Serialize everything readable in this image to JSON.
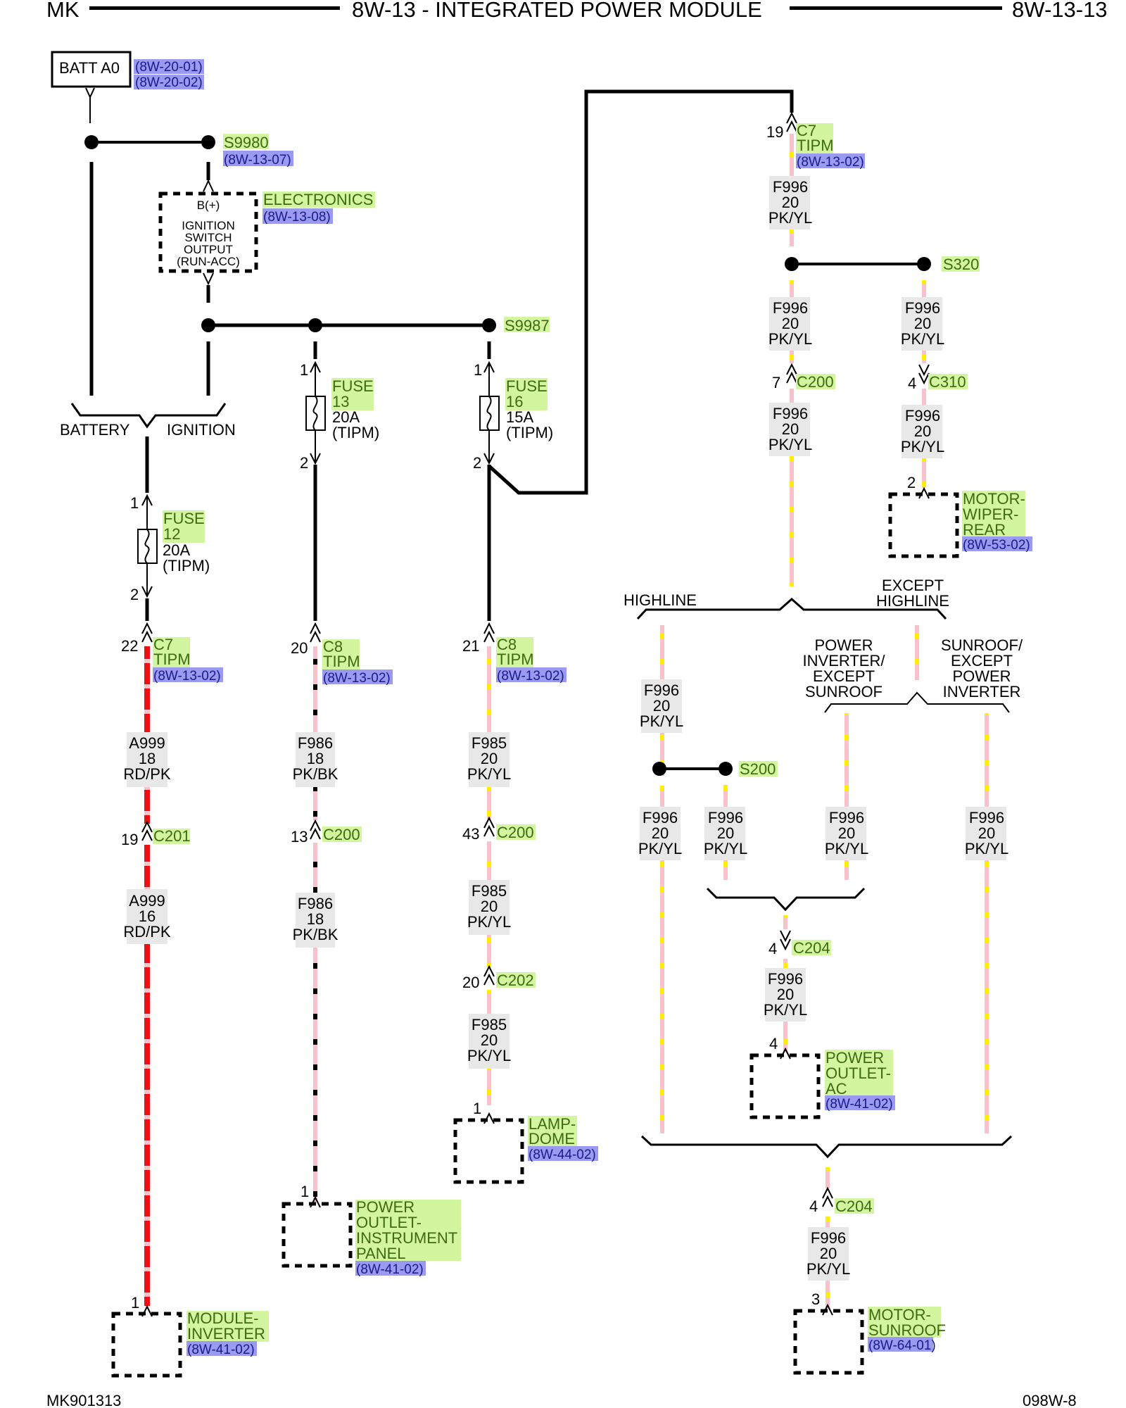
{
  "header": {
    "left": "MK",
    "title": "8W-13 - INTEGRATED POWER MODULE",
    "page": "8W-13-13"
  },
  "footer": {
    "left": "MK901313",
    "right": "098W-8"
  },
  "colors": {
    "component_label_bg": "#d4f5a0",
    "component_label_text": "#3d6b10",
    "reference_bg": "#9a9af0",
    "reference_text": "#1a1a8c",
    "wire_label_bg": "#e8e8e8",
    "wire_pink": "#f7c2cc",
    "wire_yellow": "#ffee00",
    "wire_red": "#ee1111",
    "wire_black": "#000000"
  },
  "components": {
    "batt": {
      "label": "BATT A0",
      "refs": [
        "(8W-20-01)",
        "(8W-20-02)"
      ]
    },
    "s9980": {
      "label": "S9980",
      "ref": "(8W-13-07)"
    },
    "electronics": {
      "label": "ELECTRONICS",
      "ref": "(8W-13-08)",
      "lines": [
        "B(+)",
        "IGNITION",
        "SWITCH",
        "OUTPUT",
        "(RUN-ACC)"
      ]
    },
    "s9987": {
      "label": "S9987"
    },
    "s320": {
      "label": "S320"
    },
    "s200": {
      "label": "S200"
    },
    "battery_ignition": {
      "left": "BATTERY",
      "right": "IGNITION"
    },
    "fuse12": {
      "label": [
        "FUSE",
        "12"
      ],
      "rating": "20A",
      "loc": "(TIPM)",
      "pin_in": "1",
      "pin_out": "2"
    },
    "fuse13": {
      "label": [
        "FUSE",
        "13"
      ],
      "rating": "20A",
      "loc": "(TIPM)",
      "pin_in": "1",
      "pin_out": "2"
    },
    "fuse16": {
      "label": [
        "FUSE",
        "16"
      ],
      "rating": "15A",
      "loc": "(TIPM)",
      "pin_in": "1",
      "pin_out": "2"
    },
    "module_inverter": {
      "label": [
        "MODULE-",
        "INVERTER"
      ],
      "ref": "(8W-41-02)",
      "pin": "1"
    },
    "power_outlet_ip": {
      "label": [
        "POWER",
        "OUTLET-",
        "INSTRUMENT",
        "PANEL"
      ],
      "ref": "(8W-41-02)",
      "pin": "1"
    },
    "lamp_dome": {
      "label": [
        "LAMP-",
        "DOME"
      ],
      "ref": "(8W-44-02)",
      "pin": "1"
    },
    "motor_wiper_rear": {
      "label": [
        "MOTOR-",
        "WIPER-",
        "REAR"
      ],
      "ref": "(8W-53-02)",
      "pin": "2"
    },
    "power_outlet_ac": {
      "label": [
        "POWER",
        "OUTLET-",
        "AC"
      ],
      "ref": "(8W-41-02)",
      "pin": "4"
    },
    "motor_sunroof": {
      "label": [
        "MOTOR-",
        "SUNROOF"
      ],
      "ref": "(8W-64-01)",
      "pin": "3"
    }
  },
  "connectors": {
    "c7_22": {
      "pin": "22",
      "label": [
        "C7",
        "TIPM"
      ],
      "ref": "(8W-13-02)"
    },
    "c8_20": {
      "pin": "20",
      "label": [
        "C8",
        "TIPM"
      ],
      "ref": "(8W-13-02)"
    },
    "c8_21": {
      "pin": "21",
      "label": [
        "C8",
        "TIPM"
      ],
      "ref": "(8W-13-02)"
    },
    "c7_19": {
      "pin": "19",
      "label": [
        "C7",
        "TIPM"
      ],
      "ref": "(8W-13-02)"
    },
    "c201_19": {
      "pin": "19",
      "label": "C201"
    },
    "c200_13": {
      "pin": "13",
      "label": "C200"
    },
    "c200_43": {
      "pin": "43",
      "label": "C200"
    },
    "c202_20": {
      "pin": "20",
      "label": "C202"
    },
    "c200_7": {
      "pin": "7",
      "label": "C200"
    },
    "c310_4": {
      "pin": "4",
      "label": "C310"
    },
    "c204_4a": {
      "pin": "4",
      "label": "C204"
    },
    "c204_4b": {
      "pin": "4",
      "label": "C204"
    }
  },
  "wires": {
    "a999_18": [
      "A999",
      "18",
      "RD/PK"
    ],
    "a999_16": [
      "A999",
      "16",
      "RD/PK"
    ],
    "f986_a": [
      "F986",
      "18",
      "PK/BK"
    ],
    "f986_b": [
      "F986",
      "18",
      "PK/BK"
    ],
    "f985_a": [
      "F985",
      "20",
      "PK/YL"
    ],
    "f985_b": [
      "F985",
      "20",
      "PK/YL"
    ],
    "f985_c": [
      "F985",
      "20",
      "PK/YL"
    ],
    "f996_top": [
      "F996",
      "20",
      "PK/YL"
    ],
    "f996_l1": [
      "F996",
      "20",
      "PK/YL"
    ],
    "f996_l2": [
      "F996",
      "20",
      "PK/YL"
    ],
    "f996_r1": [
      "F996",
      "20",
      "PK/YL"
    ],
    "f996_r2": [
      "F996",
      "20",
      "PK/YL"
    ],
    "f996_hl": [
      "F996",
      "20",
      "PK/YL"
    ],
    "f996_s200a": [
      "F996",
      "20",
      "PK/YL"
    ],
    "f996_s200b": [
      "F996",
      "20",
      "PK/YL"
    ],
    "f996_pi": [
      "F996",
      "20",
      "PK/YL"
    ],
    "f996_sr": [
      "F996",
      "20",
      "PK/YL"
    ],
    "f996_ac": [
      "F996",
      "20",
      "PK/YL"
    ],
    "f996_sun": [
      "F996",
      "20",
      "PK/YL"
    ]
  },
  "options": {
    "highline": "HIGHLINE",
    "except_highline": [
      "EXCEPT",
      "HIGHLINE"
    ],
    "power_inverter_except_sunroof": [
      "POWER",
      "INVERTER/",
      "EXCEPT",
      "SUNROOF"
    ],
    "sunroof_except_power_inverter": [
      "SUNROOF/",
      "EXCEPT",
      "POWER",
      "INVERTER"
    ]
  }
}
